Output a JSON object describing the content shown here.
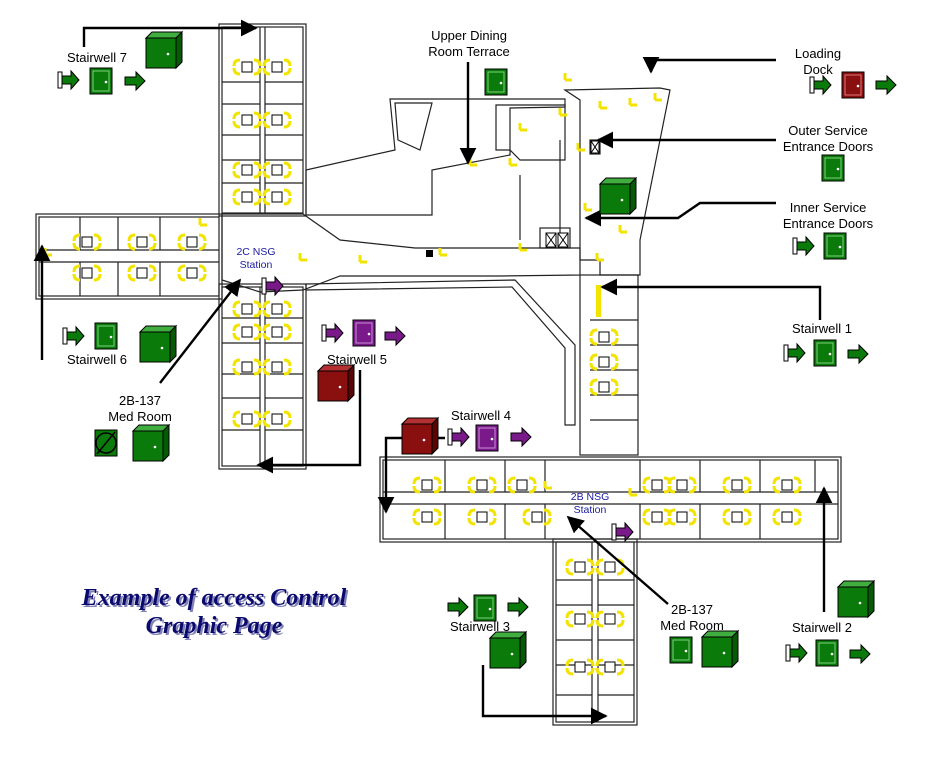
{
  "title": {
    "line1": "Example of access Control",
    "line2": "Graphic Page"
  },
  "colors": {
    "green": "#0a7a0a",
    "purple": "#7a1a8a",
    "red": "#8a1010",
    "door_yellow": "#f2e400",
    "label_blue": "#1a1aa0",
    "title_navy": "#0a0a6e"
  },
  "labels": {
    "stairwell_7": "Stairwell 7",
    "upper_dining_1": "Upper Dining",
    "upper_dining_2": "Room Terrace",
    "loading_1": "Loading",
    "loading_2": "Dock",
    "outer_service_1": "Outer Service",
    "outer_service_2": "Entrance Doors",
    "inner_service_1": "Inner Service",
    "inner_service_2": "Entrance Doors",
    "nsg_2c_1": "2C NSG",
    "nsg_2c_2": "Station",
    "stairwell_1": "Stairwell 1",
    "stairwell_6": "Stairwell 6",
    "stairwell_5": "Stairwell 5",
    "med_room_left_1": "2B-137",
    "med_room_left_2": "Med Room",
    "stairwell_4": "Stairwell 4",
    "nsg_2b_1": "2B NSG",
    "nsg_2b_2": "Station",
    "med_room_bottom_1": "2B-137",
    "med_room_bottom_2": "Med Room",
    "stairwell_3": "Stairwell 3",
    "stairwell_2": "Stairwell 2"
  },
  "icons": [
    "door-icon",
    "cabinet-icon",
    "arrow-icon",
    "disabled-door-icon"
  ]
}
